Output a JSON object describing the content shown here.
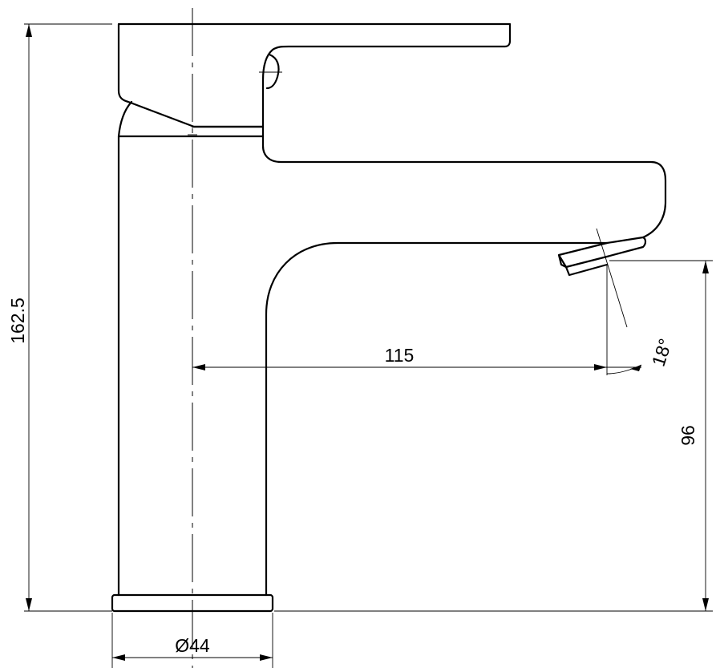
{
  "dimensions": {
    "total_height": "162.5",
    "spout_reach": "115",
    "spout_height": "96",
    "spout_angle": "18°",
    "base_diameter": "Ø44"
  }
}
